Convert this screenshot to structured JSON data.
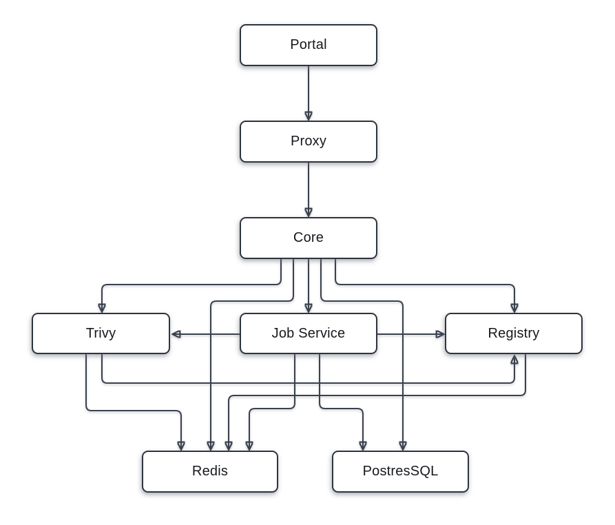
{
  "diagram": {
    "type": "flowchart",
    "title": "Service architecture diagram",
    "nodes": {
      "portal": {
        "label": "Portal"
      },
      "proxy": {
        "label": "Proxy"
      },
      "core": {
        "label": "Core"
      },
      "trivy": {
        "label": "Trivy"
      },
      "job_service": {
        "label": "Job Service"
      },
      "registry": {
        "label": "Registry"
      },
      "redis": {
        "label": "Redis"
      },
      "postgres": {
        "label": "PostresSQL"
      }
    },
    "edges": [
      {
        "from": "Portal",
        "to": "Proxy"
      },
      {
        "from": "Proxy",
        "to": "Core"
      },
      {
        "from": "Core",
        "to": "Trivy"
      },
      {
        "from": "Core",
        "to": "Job Service"
      },
      {
        "from": "Core",
        "to": "Registry"
      },
      {
        "from": "Core",
        "to": "Redis"
      },
      {
        "from": "Core",
        "to": "PostresSQL"
      },
      {
        "from": "Job Service",
        "to": "Trivy"
      },
      {
        "from": "Job Service",
        "to": "Registry"
      },
      {
        "from": "Job Service",
        "to": "Redis"
      },
      {
        "from": "Job Service",
        "to": "PostresSQL"
      },
      {
        "from": "Trivy",
        "to": "Redis"
      },
      {
        "from": "Trivy",
        "to": "Registry"
      },
      {
        "from": "Registry",
        "to": "Redis"
      }
    ],
    "colors": {
      "background": "#ffffff",
      "node_fill": "#ffffff",
      "node_border": "#2e343e",
      "edge_line": "#3a414d",
      "text": "#15181d"
    }
  }
}
